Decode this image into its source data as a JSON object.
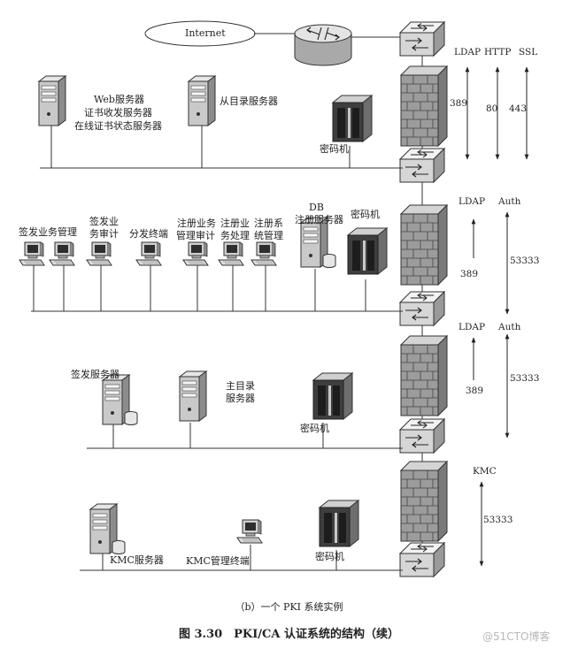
{
  "internet": "Internet",
  "dmz": {
    "web_line1": "Web服务器",
    "web_line2": "证书收发服务器",
    "web_line3": "在线证书状态服务器",
    "slave_dir": "从目录服务器",
    "crypto": "密码机",
    "proto": {
      "ldap": "LDAP",
      "http": "HTTP",
      "ssl": "SSL"
    },
    "ports": {
      "ldap": "389",
      "http": "80",
      "ssl": "443"
    }
  },
  "ra": {
    "c1": "签发业务管理",
    "c2a": "签发业",
    "c2b": "务审计",
    "c3": "分发终端",
    "c4a": "注册业务",
    "c4b": "管理审计",
    "c5a": "注册业",
    "c5b": "务处理",
    "c6a": "注册系",
    "c6b": "统管理",
    "db1": "DB",
    "db2": "注册服务器",
    "crypto": "密码机",
    "proto": {
      "ldap": "LDAP",
      "auth": "Auth"
    },
    "ports": {
      "ldap": "389",
      "auth": "53333"
    }
  },
  "ca": {
    "sign": "签发服务器",
    "master1": "主目录",
    "master2": "服务器",
    "crypto": "密码机",
    "proto": {
      "ldap": "LDAP",
      "auth": "Auth"
    },
    "ports": {
      "ldap": "389",
      "auth": "53333"
    }
  },
  "km": {
    "kmc_server": "KMC服务器",
    "kmc_terminal": "KMC管理终端",
    "crypto": "密码机",
    "proto": "KMC",
    "port": "53333"
  },
  "sub_caption": "（b）一个 PKI 系统实例",
  "figure_caption": "图 3.30　PKI/CA 认证系统的结构（续）",
  "watermark": "@51CTO博客"
}
